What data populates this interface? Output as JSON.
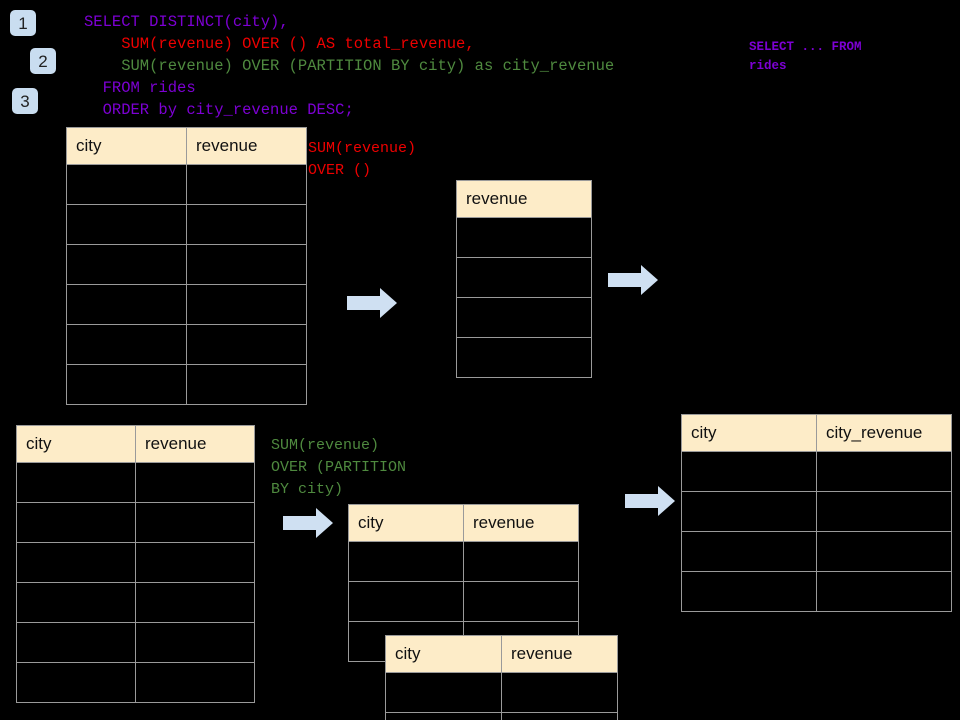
{
  "page": {
    "background": "#000000",
    "header_bg": "#fdecc8",
    "grid_line": "#9a9a9a",
    "badge_bg": "#c9ddf0",
    "arrow_color": "#cfe0f2",
    "purple": "#7d00d4",
    "red": "#ee0000",
    "green": "#4f8a3f"
  },
  "badges": [
    {
      "label": "1"
    },
    {
      "label": "2"
    },
    {
      "label": "3"
    }
  ],
  "sql": {
    "line1": "SELECT DISTINCT(city),",
    "line2": "    SUM(revenue) OVER () AS total_revenue,",
    "line3": "    SUM(revenue) OVER (PARTITION BY city) as city_revenue",
    "line4": "  FROM rides",
    "line5": "  ORDER by city_revenue DESC;"
  },
  "side_label": {
    "line1": "SELECT ... FROM",
    "line2": "rides"
  },
  "annotations": {
    "total_window": {
      "line1": "SUM(revenue)",
      "line2": "OVER ()"
    },
    "partition_window": {
      "line1": "SUM(revenue)",
      "line2": "OVER (PARTITION",
      "line3": "BY city)"
    }
  },
  "arrows": [
    {
      "name": "arrow-rides-to-total"
    },
    {
      "name": "arrow-total-to-result"
    },
    {
      "name": "arrow-rides-to-partition"
    },
    {
      "name": "arrow-partition-to-result"
    }
  ],
  "tables": {
    "rides_top": {
      "headers": [
        "city",
        "revenue"
      ],
      "row_count": 6
    },
    "total_revenue": {
      "headers": [
        "revenue"
      ],
      "row_count": 4
    },
    "rides_bottom": {
      "headers": [
        "city",
        "revenue"
      ],
      "row_count": 6
    },
    "partition_back": {
      "headers": [
        "city",
        "revenue"
      ],
      "row_count": 3
    },
    "partition_front": {
      "headers": [
        "city",
        "revenue"
      ],
      "row_count": 2
    },
    "result": {
      "headers": [
        "city",
        "city_revenue"
      ],
      "row_count": 4
    }
  }
}
